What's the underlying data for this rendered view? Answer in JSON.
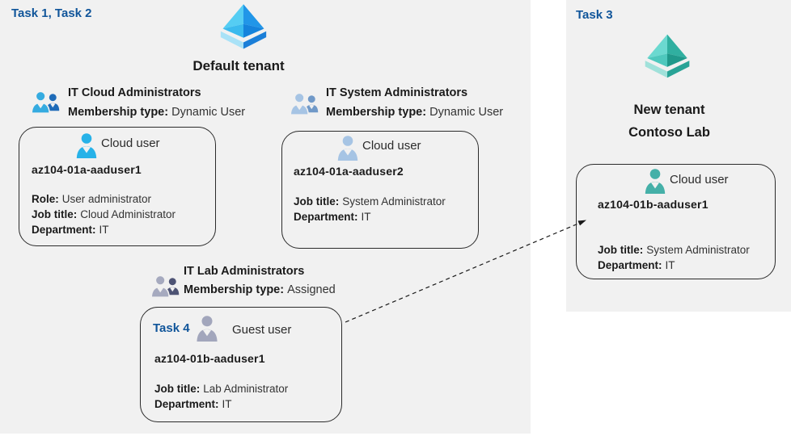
{
  "colors": {
    "panel_bg": "#f1f1f1",
    "task_label": "#10559A",
    "heading_text": "#1a1a1a",
    "value_text": "#333333",
    "box_border": "#2b2b2b",
    "azure_ad_blue": [
      "#55CDF3",
      "#2196E8",
      "#3ABAEE",
      "#1583DC",
      "#A9E2F7",
      "#1B7FD8"
    ],
    "azure_ad_teal": [
      "#6BD9D0",
      "#30AFA0",
      "#4EC8BD",
      "#20998B",
      "#A0E1DA",
      "#28A396"
    ],
    "group_icon_blue": [
      "#35ABE0",
      "#1E6BB8"
    ],
    "group_icon_steel": [
      "#A6C4E4",
      "#7099C8"
    ],
    "group_icon_gray": [
      "#A6AABF",
      "#4D5374"
    ],
    "user_icon_cyan": "#27B2E8",
    "user_icon_steel": "#A6C4E4",
    "user_icon_teal": "#45B0A8",
    "user_icon_gray": "#A2A6BC"
  },
  "left_panel": {
    "task_label": "Task 1, Task 2",
    "tenant_name": "Default tenant",
    "groups": [
      {
        "name": "IT Cloud Administrators",
        "membership_label": "Membership type:",
        "membership_value": "Dynamic User"
      },
      {
        "name": "IT System Administrators",
        "membership_label": "Membership type:",
        "membership_value": "Dynamic User"
      },
      {
        "name": "IT Lab Administrators",
        "membership_label": "Membership type:",
        "membership_value": "Assigned"
      }
    ],
    "users": [
      {
        "type_label": "Cloud user",
        "name": "az104-01a-aaduser1",
        "fields": [
          {
            "label": "Role:",
            "value": "User administrator"
          },
          {
            "label": "Job title:",
            "value": "Cloud Administrator"
          },
          {
            "label": "Department:",
            "value": "IT"
          }
        ]
      },
      {
        "type_label": "Cloud user",
        "name": "az104-01a-aaduser2",
        "fields": [
          {
            "label": "Job title:",
            "value": "System Administrator"
          },
          {
            "label": "Department:",
            "value": "IT"
          }
        ]
      },
      {
        "task_label": "Task 4",
        "type_label": "Guest user",
        "name": "az104-01b-aaduser1",
        "fields": [
          {
            "label": "Job title:",
            "value": "Lab Administrator"
          },
          {
            "label": "Department:",
            "value": "IT"
          }
        ]
      }
    ]
  },
  "right_panel": {
    "task_label": "Task 3",
    "tenant_name_line1": "New tenant",
    "tenant_name_line2": "Contoso Lab",
    "user": {
      "type_label": "Cloud user",
      "name": "az104-01b-aaduser1",
      "fields": [
        {
          "label": "Job title:",
          "value": "System Administrator"
        },
        {
          "label": "Department:",
          "value": "IT"
        }
      ]
    }
  }
}
